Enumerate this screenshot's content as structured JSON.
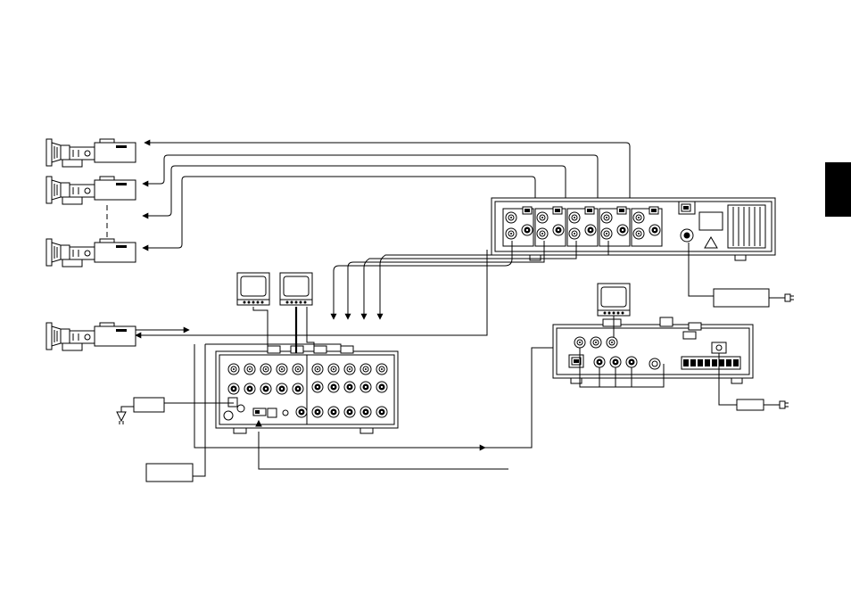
{
  "diagram": {
    "colors": {
      "ink": "#000000",
      "paper": "#ffffff",
      "gray": "#888888"
    },
    "devices": {
      "cameras": [
        "camera",
        "camera",
        "camera",
        "camera"
      ],
      "monitors": [
        "monitor",
        "monitor",
        "monitor"
      ],
      "units": [
        "multiplexer-unit",
        "video-switcher",
        "controller",
        "power-supply",
        "recorder"
      ]
    },
    "section_tab": {
      "color": "#000000"
    }
  }
}
